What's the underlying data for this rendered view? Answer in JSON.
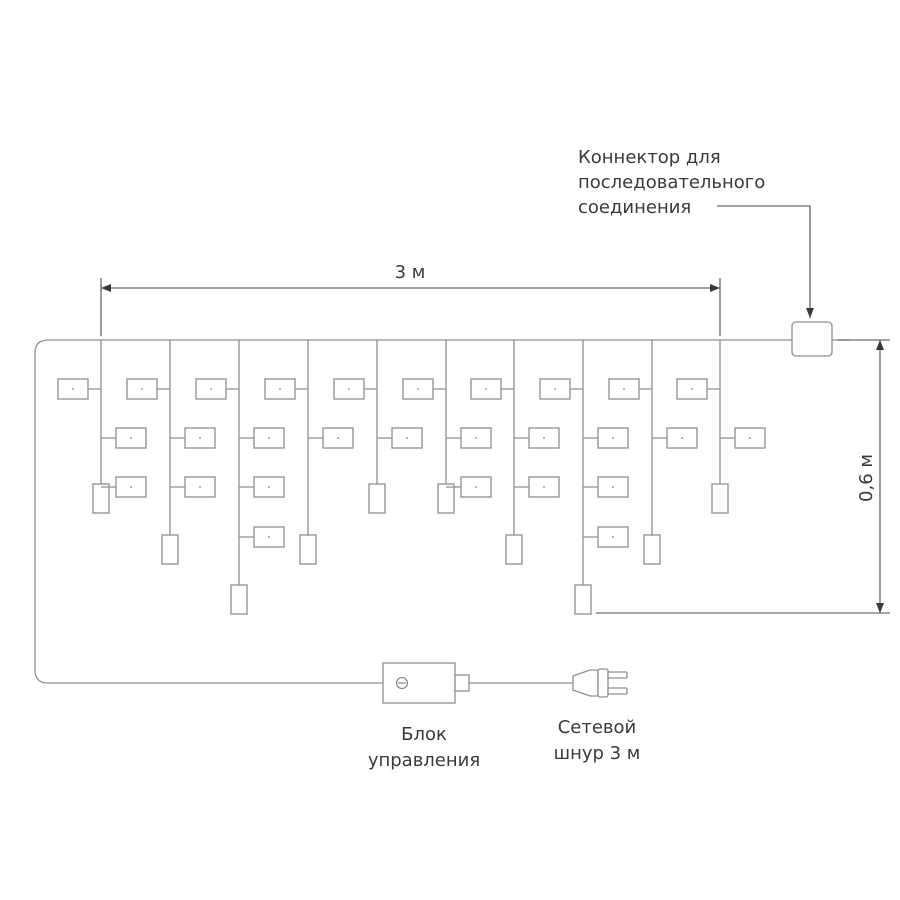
{
  "labels": {
    "connector": [
      "Коннектор для",
      "последовательного",
      "соединения"
    ],
    "width_dimension": "3 м",
    "height_dimension": "0,6 м",
    "control_block": [
      "Блок",
      "управления"
    ],
    "power_cord": [
      "Сетевой",
      "шнур 3 м"
    ]
  },
  "icons": {
    "connector": "connector-box-icon",
    "control_block": "controller-box-icon",
    "plug": "power-plug-icon",
    "led": "led-bulb-icon"
  },
  "colors": {
    "line": "#8f8f8f",
    "dimension": "#4a4a4a",
    "text": "#3a3a3a"
  }
}
